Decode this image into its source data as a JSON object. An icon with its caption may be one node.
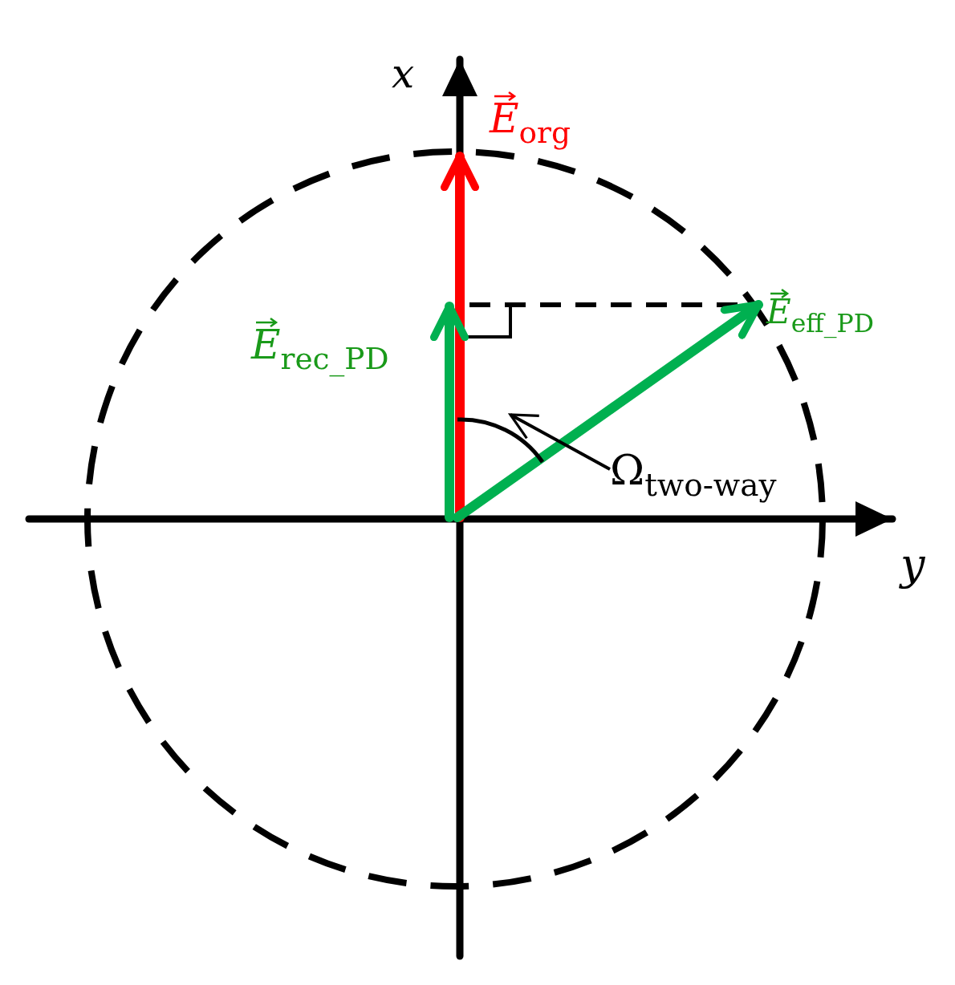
{
  "diagram": {
    "nodes": [
      {
        "text": [
          "Ω$_{two-way}$"
        ]
      },
      {
        "text": [],
        "shape": "arc"
      }
    ],
    "edges": [
      {
        "from": 0,
        "to": 1,
        "arrow": "to"
      }
    ],
    "labels": [
      "x",
      "*E*$_{org}$",
      "*E*$_{rec_PD}$",
      "*E*$_{eff_PD}$",
      "y"
    ]
  }
}
